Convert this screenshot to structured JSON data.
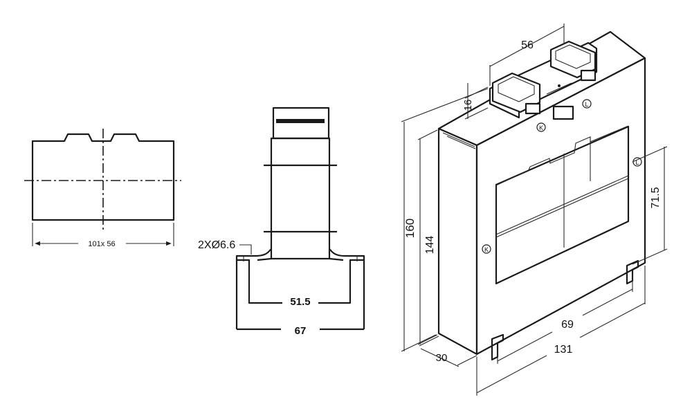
{
  "front_view": {
    "size_label": "101x 56"
  },
  "side_view": {
    "hole_label": "2XØ6.6",
    "inner_width": "51.5",
    "outer_width": "67"
  },
  "iso_view": {
    "top_width": "56",
    "top_height": "16",
    "total_height": "160",
    "body_height": "144",
    "depth": "30",
    "window_height": "71.5",
    "window_width": "69",
    "body_width": "131",
    "terminal_k": "K",
    "terminal_l": "L"
  }
}
